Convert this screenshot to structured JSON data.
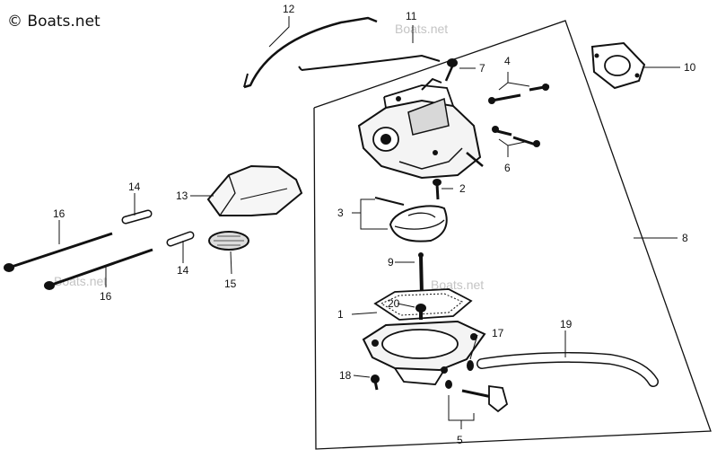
{
  "copyright": "© Boats.net",
  "watermarks": [
    "Boats.net",
    "Boats.net",
    "Boats.net"
  ],
  "callouts": [
    "1",
    "2",
    "3",
    "4",
    "5",
    "6",
    "7",
    "8",
    "9",
    "10",
    "11",
    "12",
    "13",
    "14",
    "14",
    "15",
    "16",
    "16",
    "17",
    "18",
    "19",
    "20"
  ]
}
